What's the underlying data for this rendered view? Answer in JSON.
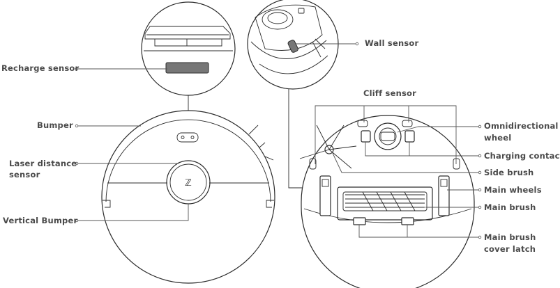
{
  "labels": {
    "recharge_sensor": "Recharge sensor",
    "bumper": "Bumper",
    "laser_distance_sensor_line1": "Laser distance",
    "laser_distance_sensor_line2": "sensor",
    "vertical_bumper": "Vertical Bumper",
    "wall_sensor": "Wall sensor",
    "cliff_sensor": "Cliff sensor",
    "omnidirectional_wheel_line1": "Omnidirectional",
    "omnidirectional_wheel_line2": "wheel",
    "charging_contact": "Charging contact",
    "side_brush": "Side brush",
    "main_wheels": "Main wheels",
    "main_brush": "Main brush",
    "main_brush_cover_latch_line1": "Main brush",
    "main_brush_cover_latch_line2": "cover latch"
  },
  "colors": {
    "outline": "#2b2b2b",
    "label_text": "#4a4a4a",
    "sensor_fill": "#777777",
    "background": "#ffffff"
  }
}
